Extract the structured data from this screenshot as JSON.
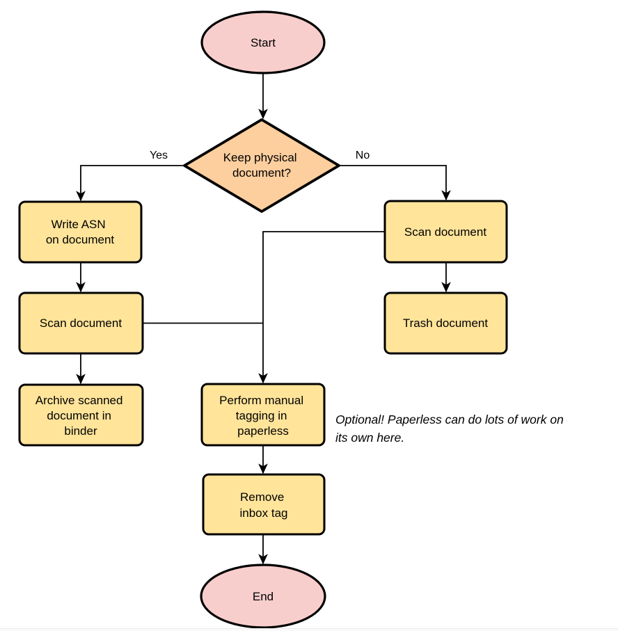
{
  "colors": {
    "background": "#ffffff",
    "terminator_fill": "#F8CECC",
    "decision_fill": "#FDCE9E",
    "process_fill": "#FFE49A",
    "stroke": "#000000",
    "footer_strip": "#fafafa",
    "footer_line": "#ededed"
  },
  "nodes": {
    "start": {
      "label": "Start"
    },
    "decision": {
      "lines": [
        "Keep physical",
        "document?"
      ]
    },
    "write_asn": {
      "lines": [
        "Write ASN",
        "on document"
      ]
    },
    "scan_left": {
      "label": "Scan document"
    },
    "archive": {
      "lines": [
        "Archive scanned",
        "document in",
        "binder"
      ]
    },
    "scan_right": {
      "label": "Scan document"
    },
    "trash": {
      "label": "Trash document"
    },
    "tagging": {
      "lines": [
        "Perform manual",
        "tagging in",
        "paperless"
      ]
    },
    "remove_inbox": {
      "lines": [
        "Remove",
        "inbox tag"
      ]
    },
    "end": {
      "label": "End"
    }
  },
  "edges": {
    "yes_label": "Yes",
    "no_label": "No"
  },
  "annotation": {
    "lines": [
      "Optional! Paperless can do lots of work on",
      "its own here."
    ]
  }
}
